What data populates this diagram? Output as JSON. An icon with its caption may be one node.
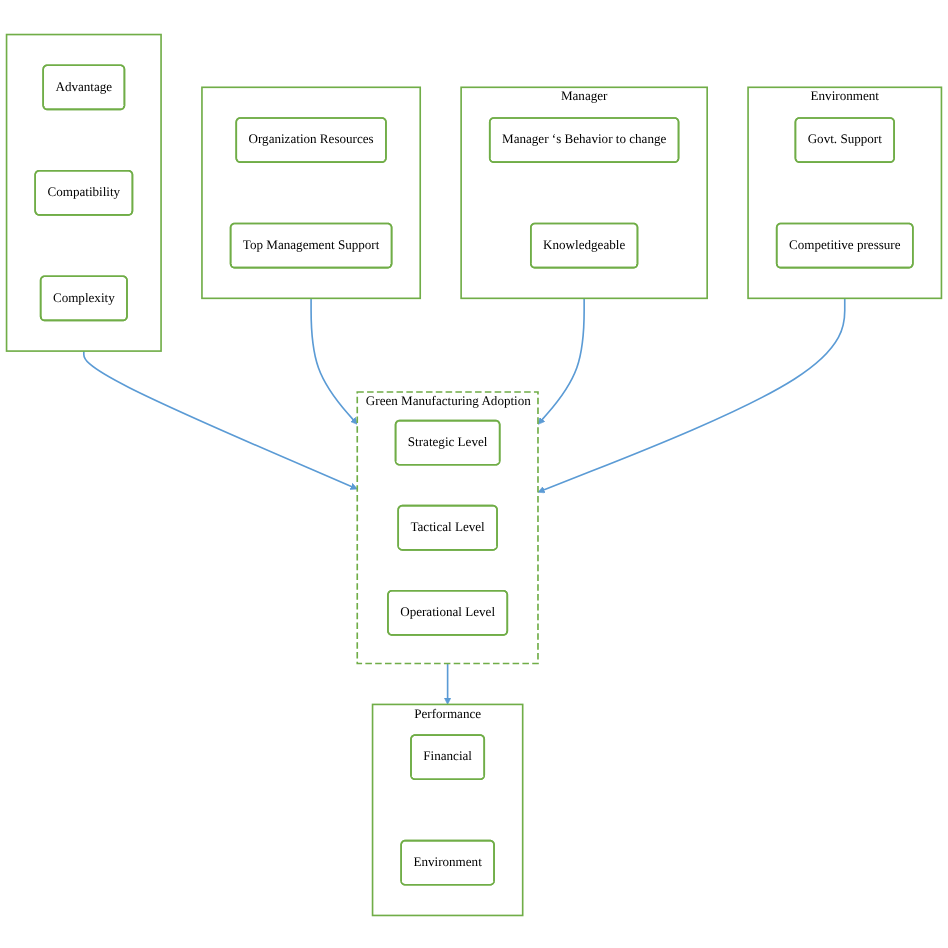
{
  "diagram": {
    "nodes": [
      {
        "text": [],
        "shape": "box"
      },
      {
        "text": [
          "Advantage"
        ],
        "in": 0
      },
      {
        "text": [
          "Compatibility"
        ],
        "in": 0
      },
      {
        "text": [
          "Complexity"
        ],
        "in": 0
      },
      {
        "text": [],
        "shape": "box"
      },
      {
        "text": [
          "Organization Resources"
        ],
        "in": 4
      },
      {
        "text": [
          "Top Management Support"
        ],
        "in": 4
      },
      {
        "text": [
          "Green Manufacturing Adoption"
        ]
      },
      {
        "text": [
          "Strategic Level"
        ],
        "in": 7
      },
      {
        "text": [
          "Tactical Level"
        ],
        "in": 7
      },
      {
        "text": [
          "Operational Level"
        ],
        "in": 7
      },
      {
        "text": [
          "Performance"
        ]
      },
      {
        "text": [
          "Financial"
        ],
        "in": 11
      },
      {
        "text": [
          "Environment"
        ],
        "in": 11
      },
      {
        "text": [
          "Manager"
        ]
      },
      {
        "text": [
          "Manager ‘s Behavior to change"
        ],
        "in": 14
      },
      {
        "text": [
          "Knowledgeable"
        ],
        "in": 14
      },
      {
        "text": [
          "Environment"
        ]
      },
      {
        "text": [
          "Govt. Support"
        ],
        "in": 17
      },
      {
        "text": [
          "Competitive pressure"
        ],
        "in": 17
      }
    ],
    "edges": [
      {
        "from": 0,
        "to": 7,
        "arrow": "to"
      },
      {
        "from": 4,
        "to": 7,
        "arrow": "to"
      },
      {
        "from": 7,
        "to": 11,
        "arrow": "to"
      },
      {
        "from": 14,
        "to": 7,
        "arrow": "to"
      },
      {
        "from": 17,
        "to": 7,
        "arrow": "to"
      }
    ]
  }
}
